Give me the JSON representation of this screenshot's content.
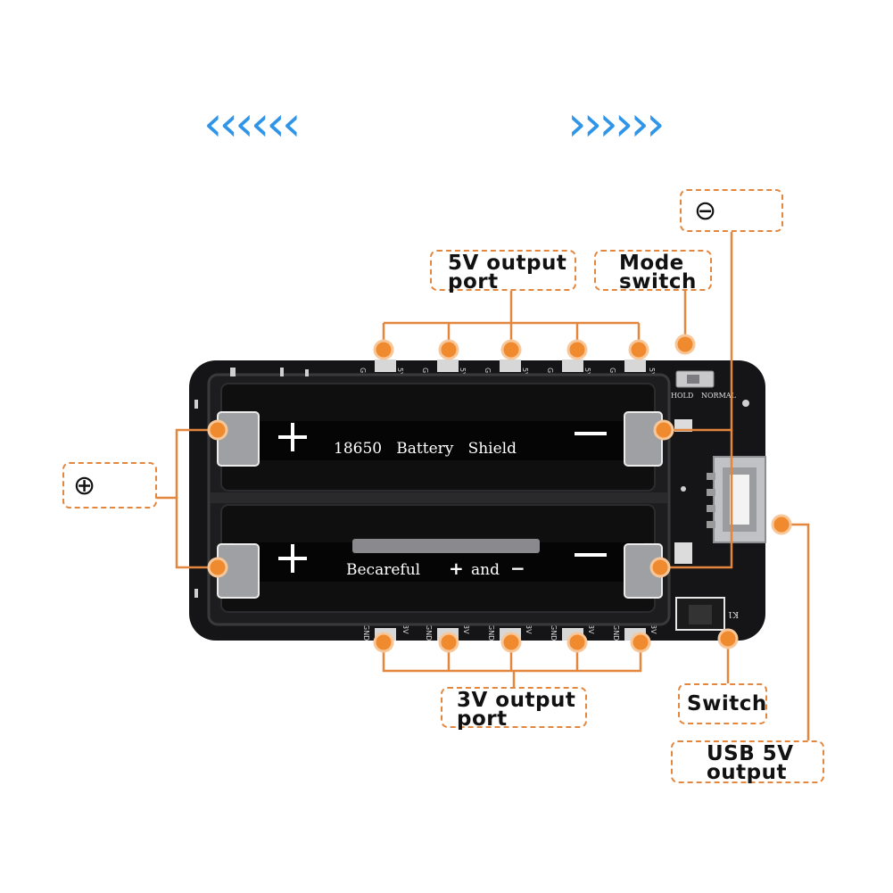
{
  "arrows": {
    "left": "‹‹‹‹‹‹",
    "right": "››››››",
    "color": "#2f95e8"
  },
  "colors": {
    "callout": "#e3863e",
    "board": "#151517",
    "holder": "#1c1c1e",
    "silk": "#ffffff"
  },
  "labels": {
    "out5v": [
      "5V output",
      "port"
    ],
    "mode": [
      "Mode",
      "switch"
    ],
    "minus": "⊖",
    "plus": "⊕",
    "out3v": [
      "3V output",
      "port"
    ],
    "switch": "Switch",
    "usb": [
      "USB 5V",
      "output"
    ]
  },
  "silkscreen": {
    "battery_top": "18650   Battery   Shield",
    "battery_bottom_a": "Becareful",
    "battery_bottom_b": "+",
    "battery_bottom_c": "and",
    "battery_bottom_d": "−",
    "hold": "HOLD",
    "normal": "NORMAL",
    "k1": "K1",
    "gnd": "GND",
    "v5": "5V",
    "v3": "3V"
  }
}
